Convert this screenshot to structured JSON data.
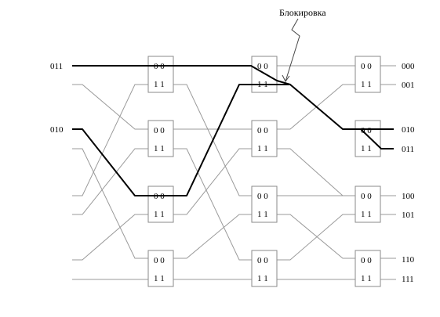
{
  "callout": {
    "text": "Блокировка"
  },
  "inputs": [
    "011",
    "010"
  ],
  "outputs": [
    "000",
    "001",
    "010",
    "011",
    "100",
    "101",
    "110",
    "111"
  ],
  "switch_cells": {
    "top": "0 0",
    "bottom": "1 1"
  },
  "colors": {
    "path": "#000000",
    "wire": "#9a9a9a",
    "box_border": "#8a8a8a"
  }
}
